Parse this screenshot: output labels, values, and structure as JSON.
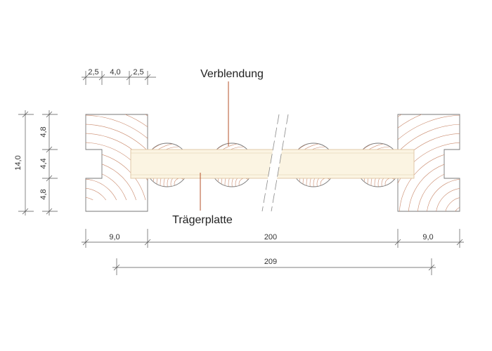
{
  "labels": {
    "verblendung": "Verblendung",
    "traegerplatte": "Trägerplatte"
  },
  "dimensions": {
    "top_left": [
      "2,5",
      "4,0",
      "2,5"
    ],
    "left_total": "14,0",
    "left_parts": [
      "4,8",
      "4,4",
      "4,8"
    ],
    "bottom_left": "9,0",
    "bottom_middle": "200",
    "bottom_right": "9,0",
    "overall": "209"
  },
  "colors": {
    "wood_grain": "#c9886a",
    "board_fill": "#fbf4e2",
    "board_edge": "#e2c9a8",
    "leader": "#b5502a",
    "outline": "#777777"
  }
}
